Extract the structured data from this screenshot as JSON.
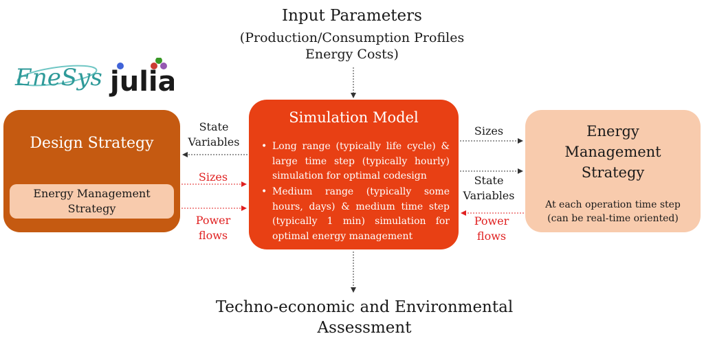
{
  "input": {
    "title": "Input Parameters",
    "line1": "(Production/Consumption Profiles",
    "line2": "Energy Costs)"
  },
  "logos": {
    "enesys": "EneSys",
    "julia": "julia"
  },
  "design_strategy": {
    "title": "Design Strategy",
    "inner_line1": "Energy Management",
    "inner_line2": "Strategy"
  },
  "simulation_model": {
    "title": "Simulation Model",
    "bullets": [
      "Long range (typically life cycle) & large time step (typically hourly) simulation for optimal codesign",
      "Medium range (typically some hours, days) & medium time step (typically 1 min) simulation for optimal energy management"
    ]
  },
  "energy_management": {
    "title_line1": "Energy",
    "title_line2": "Management",
    "title_line3": "Strategy",
    "note_line1": "At each operation time step",
    "note_line2": "(can be real-time oriented)"
  },
  "labels": {
    "state_left_1": "State",
    "state_left_2": "Variables",
    "sizes_left": "Sizes",
    "power_left_1": "Power",
    "power_left_2": "flows",
    "sizes_right": "Sizes",
    "state_right_1": "State",
    "state_right_2": "Variables",
    "power_right_1": "Power",
    "power_right_2": "flows"
  },
  "output": {
    "line1": "Techno-economic and Environmental",
    "line2": "Assessment"
  },
  "colors": {
    "design_box": "#c55a11",
    "design_inner": "#f8cbad",
    "simulation_box": "#e84014",
    "ems_box": "#f8cbad",
    "red_label": "#e02020"
  }
}
